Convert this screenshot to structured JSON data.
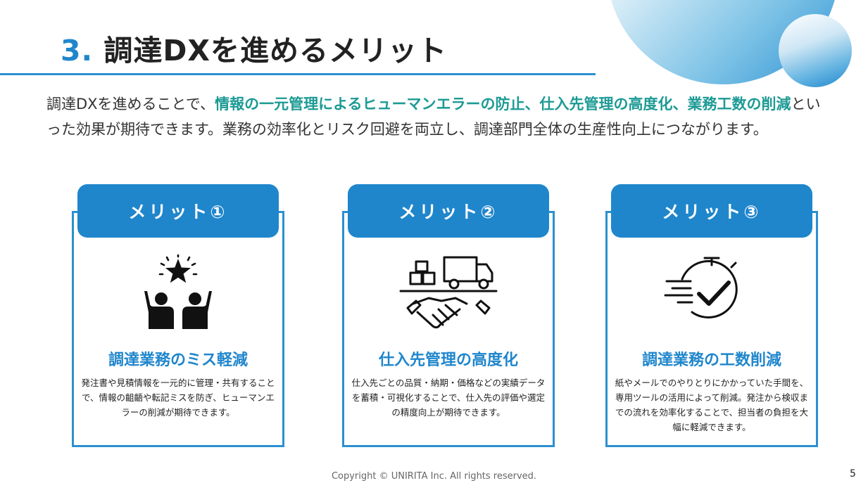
{
  "title": {
    "number": "3.",
    "text": "調達DXを進めるメリット"
  },
  "intro": {
    "part1": "調達DXを進めることで、",
    "highlight": "情報の一元管理によるヒューマンエラーの防止、仕入先管理の高度化、業務工数の削減",
    "part2": "といった効果が期待できます。業務の効率化とリスク回避を両立し、調達部門全体の生産性向上につながります。"
  },
  "cards": [
    {
      "label": "メリット①",
      "icon": "team-star-icon",
      "subtitle": "調達業務のミス軽減",
      "body": "発注書や見積情報を一元的に管理・共有することで、情報の齟齬や転記ミスを防ぎ、ヒューマンエラーの削減が期待できます。"
    },
    {
      "label": "メリット②",
      "icon": "truck-handshake-icon",
      "subtitle": "仕入先管理の高度化",
      "body": "仕入先ごとの品質・納期・価格などの実績データを蓄積・可視化することで、仕入先の評価や選定の精度向上が期待できます。"
    },
    {
      "label": "メリット③",
      "icon": "stopwatch-check-icon",
      "subtitle": "調達業務の工数削減",
      "body": "紙やメールでのやりとりにかかっていた手間を、専用ツールの活用によって削減。発注から検収までの流れを効率化することで、担当者の負担を大幅に軽減できます。"
    }
  ],
  "footer": "Copyright © UNIRITA Inc. All rights reserved.",
  "page_number": "5",
  "colors": {
    "accent": "#1f86cc",
    "highlight": "#1c9a94",
    "frame": "#2b90d0"
  }
}
